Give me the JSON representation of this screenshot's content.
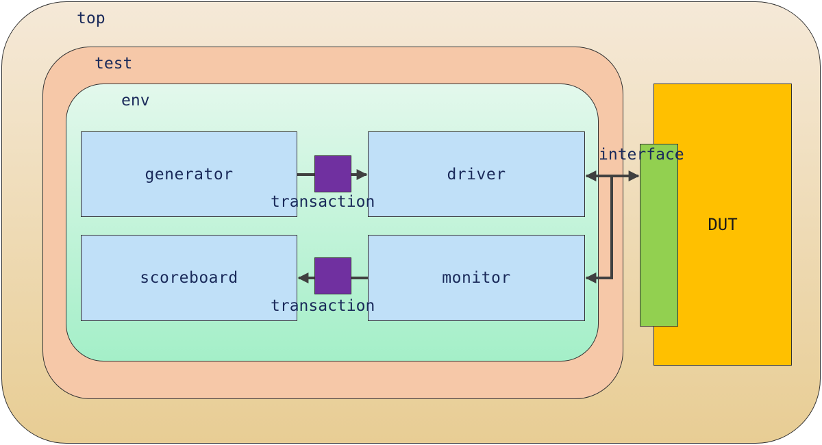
{
  "containers": {
    "top": "top",
    "test": "test",
    "env": "env"
  },
  "components": {
    "generator": "generator",
    "driver": "driver",
    "scoreboard": "scoreboard",
    "monitor": "monitor",
    "dut": "DUT",
    "interface": "interface"
  },
  "transactions": {
    "upper": "transaction",
    "lower": "transaction"
  },
  "colors": {
    "top_fill": "#f0dcb8",
    "test_fill": "#f6c8a8",
    "env_fill": "#c8f4dc",
    "component_fill": "#c0e0f8",
    "transaction_fill": "#7030a0",
    "interface_fill": "#92d050",
    "dut_fill": "#ffc000",
    "arrow": "#404040"
  }
}
